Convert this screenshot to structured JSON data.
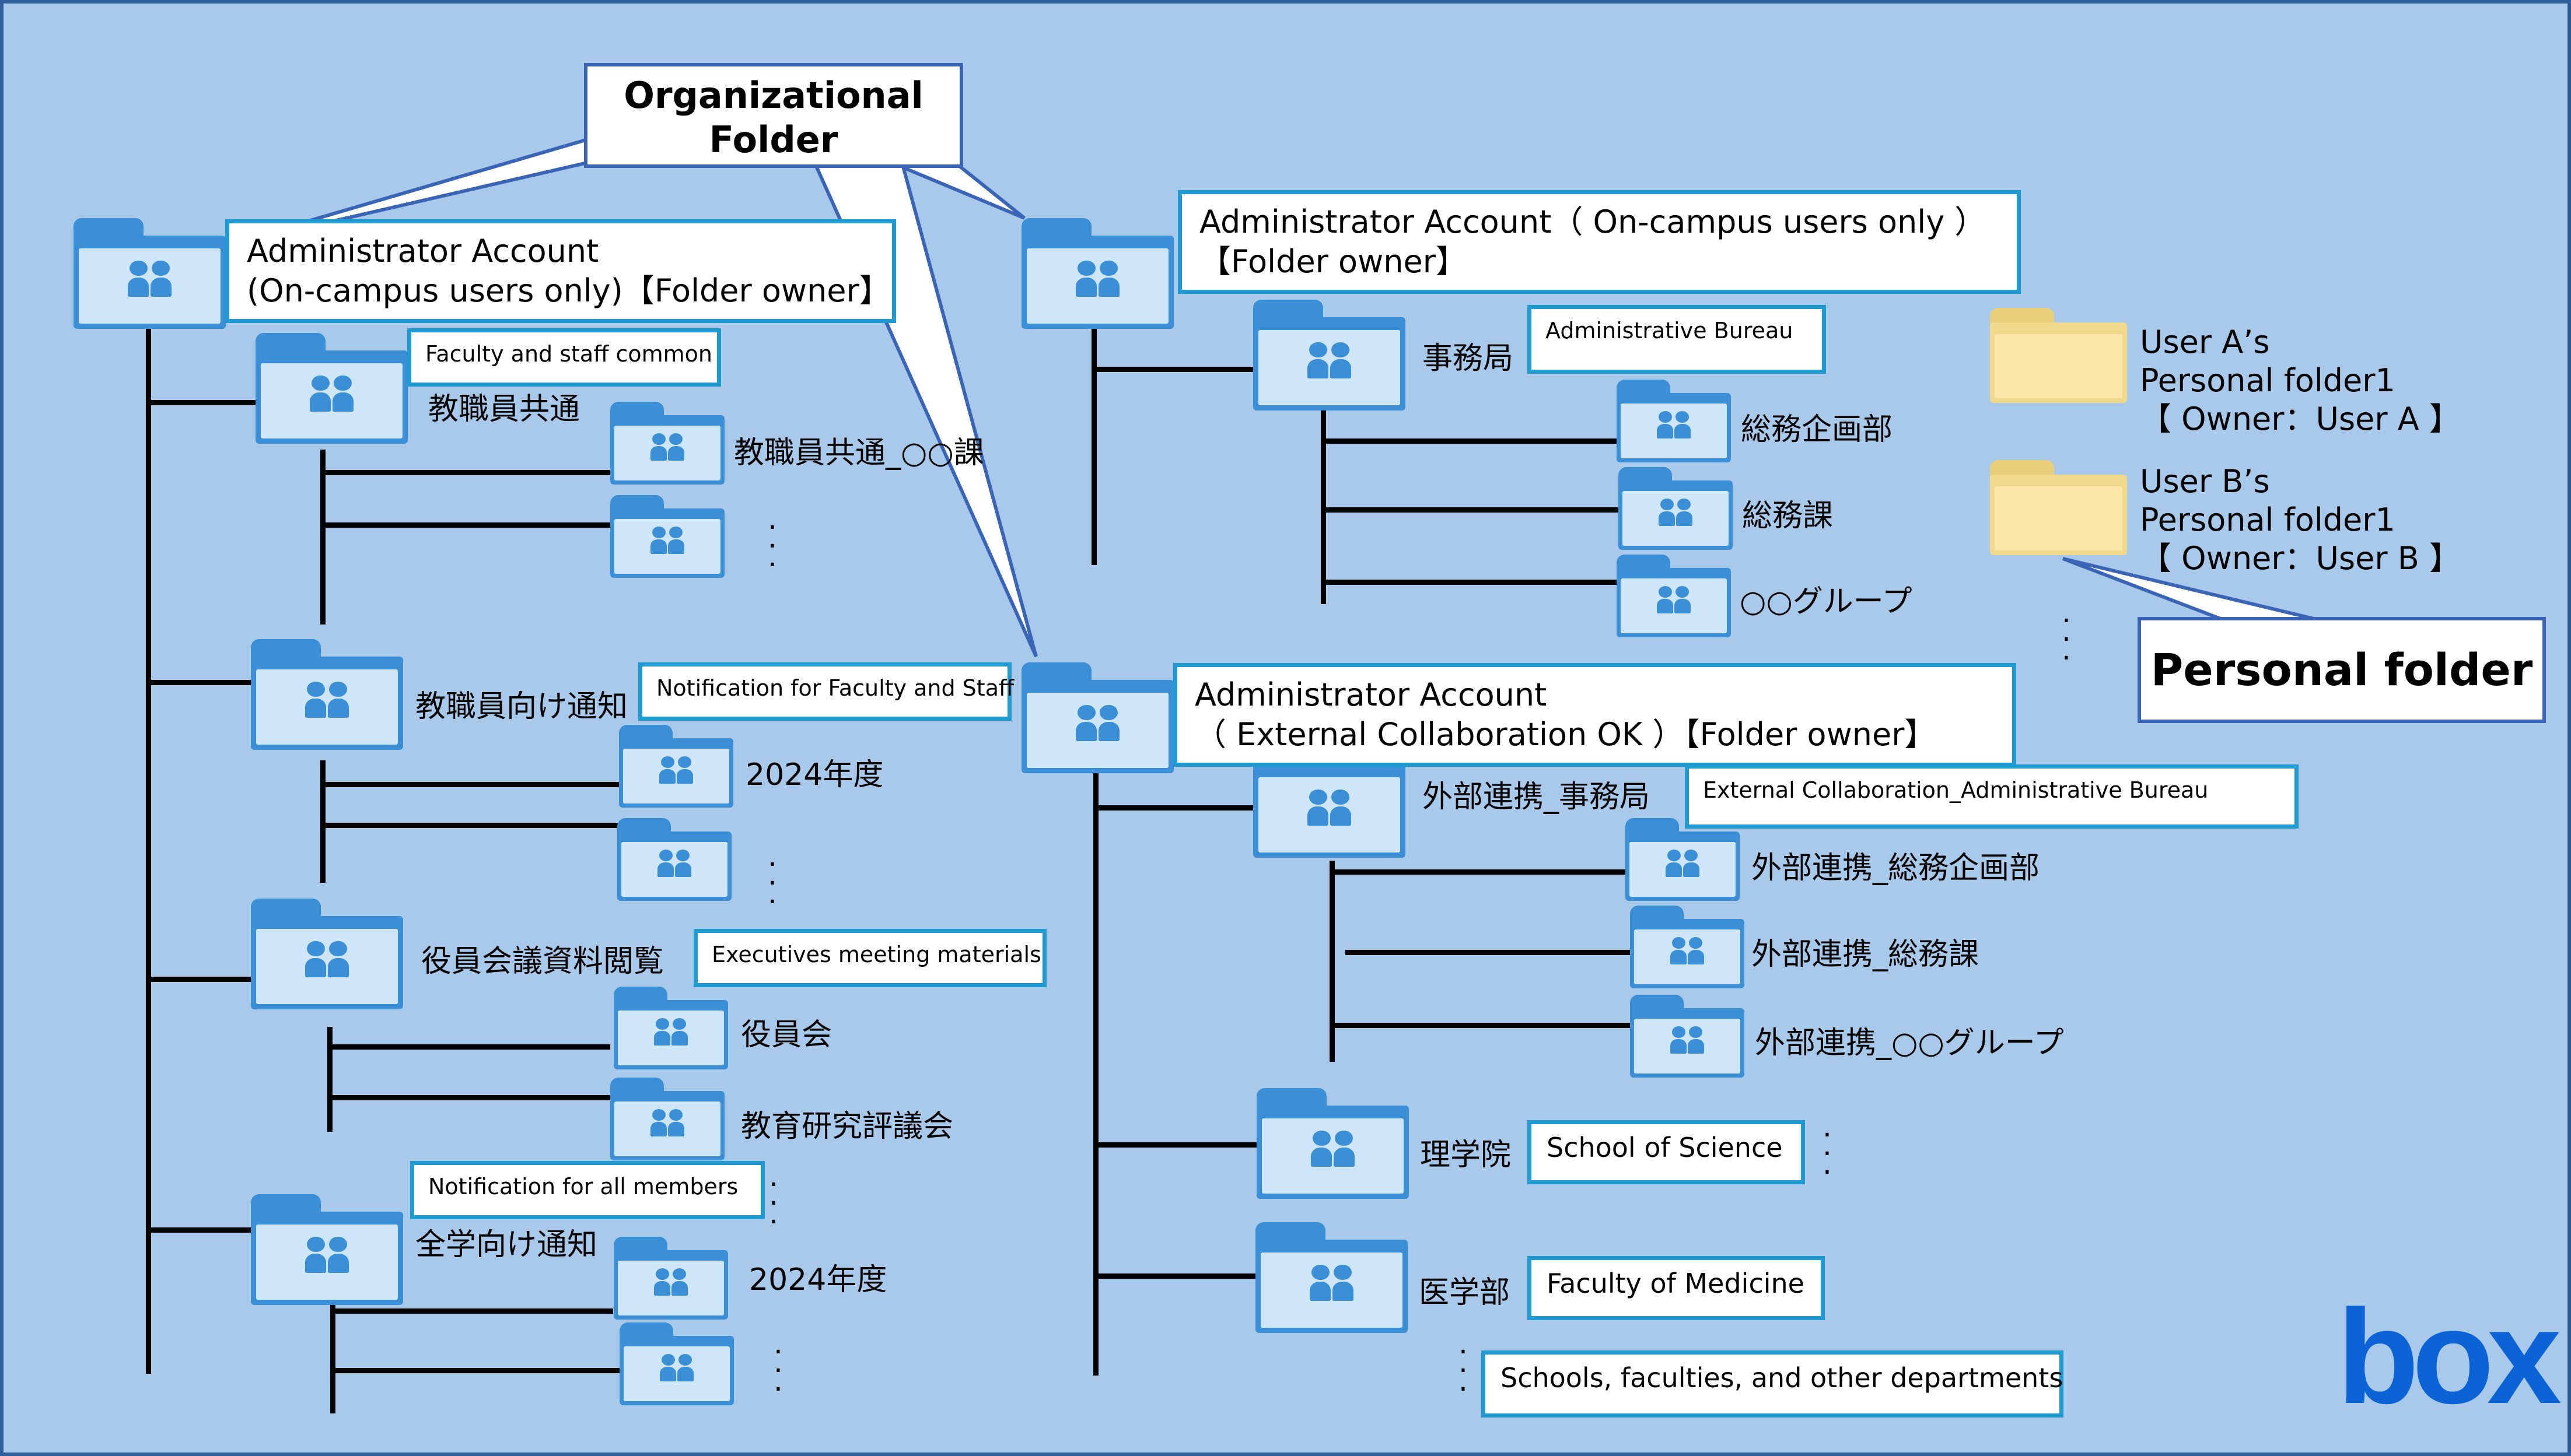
{
  "colors": {
    "background": "#a9c9eb",
    "folder_blue": "#3b8fd6",
    "folder_inner": "#cfe5f8",
    "personal_folder": "#f1d98c",
    "label_border": "#1f9bd1",
    "callout_border": "#3a64b6",
    "box_logo": "#0b63d6"
  },
  "icons": {
    "org_folder": "shared-folder-people-icon",
    "personal_folder": "folder-icon",
    "logo": "box-logo"
  },
  "callouts": {
    "organizational": "Organizational\nFolder",
    "personal": "Personal folder"
  },
  "left_tree": {
    "root": {
      "label": "Administrator Account\n(On-campus users only)【Folder owner】"
    },
    "groups": [
      {
        "jp": "教職員共通",
        "en": "Faculty and staff common",
        "children": [
          "教職員共通_○○課",
          ""
        ]
      },
      {
        "jp": "教職員向け通知",
        "en": "Notification for Faculty and Staff",
        "children": [
          "2024年度",
          ""
        ]
      },
      {
        "jp": "役員会議資料閲覧",
        "en": "Executives meeting materials",
        "children": [
          "役員会",
          "教育研究評議会"
        ]
      },
      {
        "jp": "全学向け通知",
        "en": "Notification for all members",
        "children": [
          "2024年度",
          ""
        ]
      }
    ]
  },
  "top_tree": {
    "root": {
      "label": "Administrator Account（ On-campus users only ）\n【Folder owner】"
    },
    "group": {
      "jp": "事務局",
      "en": "Administrative Bureau",
      "children": [
        "総務企画部",
        "総務課",
        "○○グループ"
      ]
    }
  },
  "bottom_tree": {
    "root": {
      "label": "Administrator Account\n（ External Collaboration OK ）【Folder owner】"
    },
    "groups": [
      {
        "jp": "外部連携_事務局",
        "en": "External Collaboration_Administrative Bureau",
        "children": [
          "外部連携_総務企画部",
          "外部連携_総務課",
          "外部連携_○○グループ"
        ]
      },
      {
        "jp": "理学院",
        "en": "School of Science"
      },
      {
        "jp": "医学部",
        "en": "Faculty of Medicine"
      }
    ],
    "more": "Schools, faculties, and other departments"
  },
  "personal_folders": [
    {
      "label": "User A’s\nPersonal folder1\n【 Owner：User A 】"
    },
    {
      "label": "User B’s\nPersonal folder1\n【 Owner：User B 】"
    }
  ],
  "logo_text": "box"
}
